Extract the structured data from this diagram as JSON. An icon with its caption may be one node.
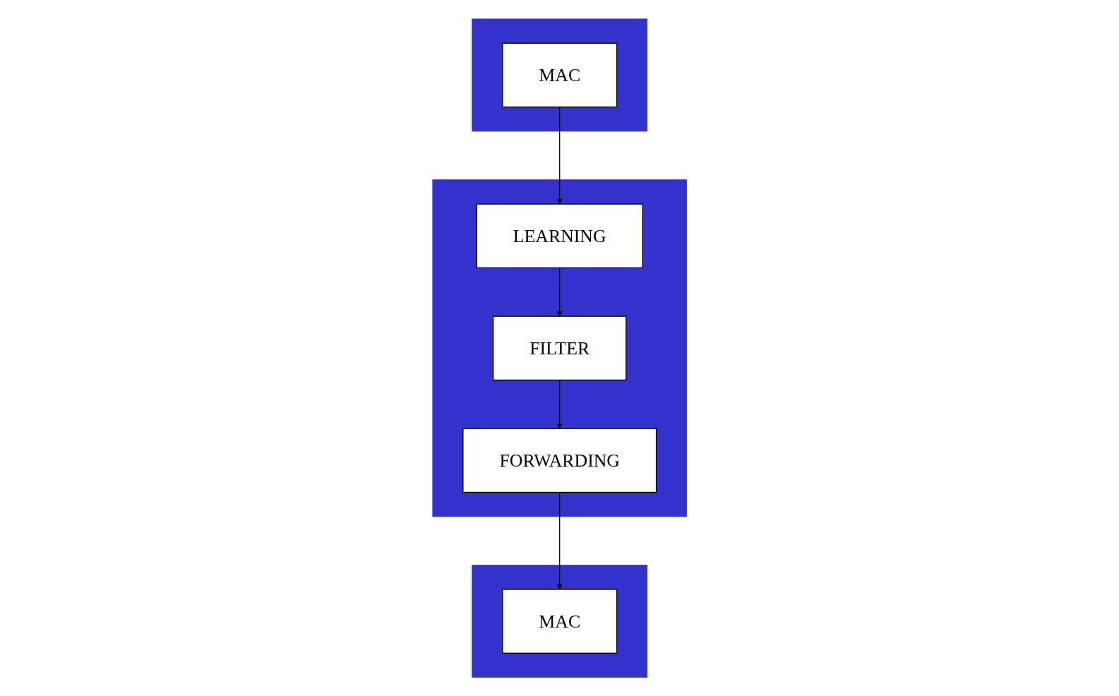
{
  "diagram": {
    "nodes": [
      {
        "text": [],
        "shape": "box"
      },
      {
        "text": [
          "LEARNING"
        ],
        "in": 0
      },
      {
        "text": [
          "FORWARDING"
        ],
        "in": 0
      },
      {
        "text": [
          "FILTER"
        ],
        "in": 0
      },
      {
        "text": [],
        "shape": "box"
      },
      {
        "text": [
          "MAC"
        ],
        "in": 4
      },
      {
        "text": [],
        "shape": "box"
      },
      {
        "text": [
          "MAC"
        ],
        "in": 6
      }
    ],
    "edges": [
      {
        "from": 5,
        "to": 1,
        "arrow": "to"
      },
      {
        "from": 1,
        "to": 3,
        "arrow": "to"
      },
      {
        "from": 3,
        "to": 2,
        "arrow": "to"
      },
      {
        "from": 2,
        "to": 7,
        "arrow": "to"
      }
    ]
  }
}
